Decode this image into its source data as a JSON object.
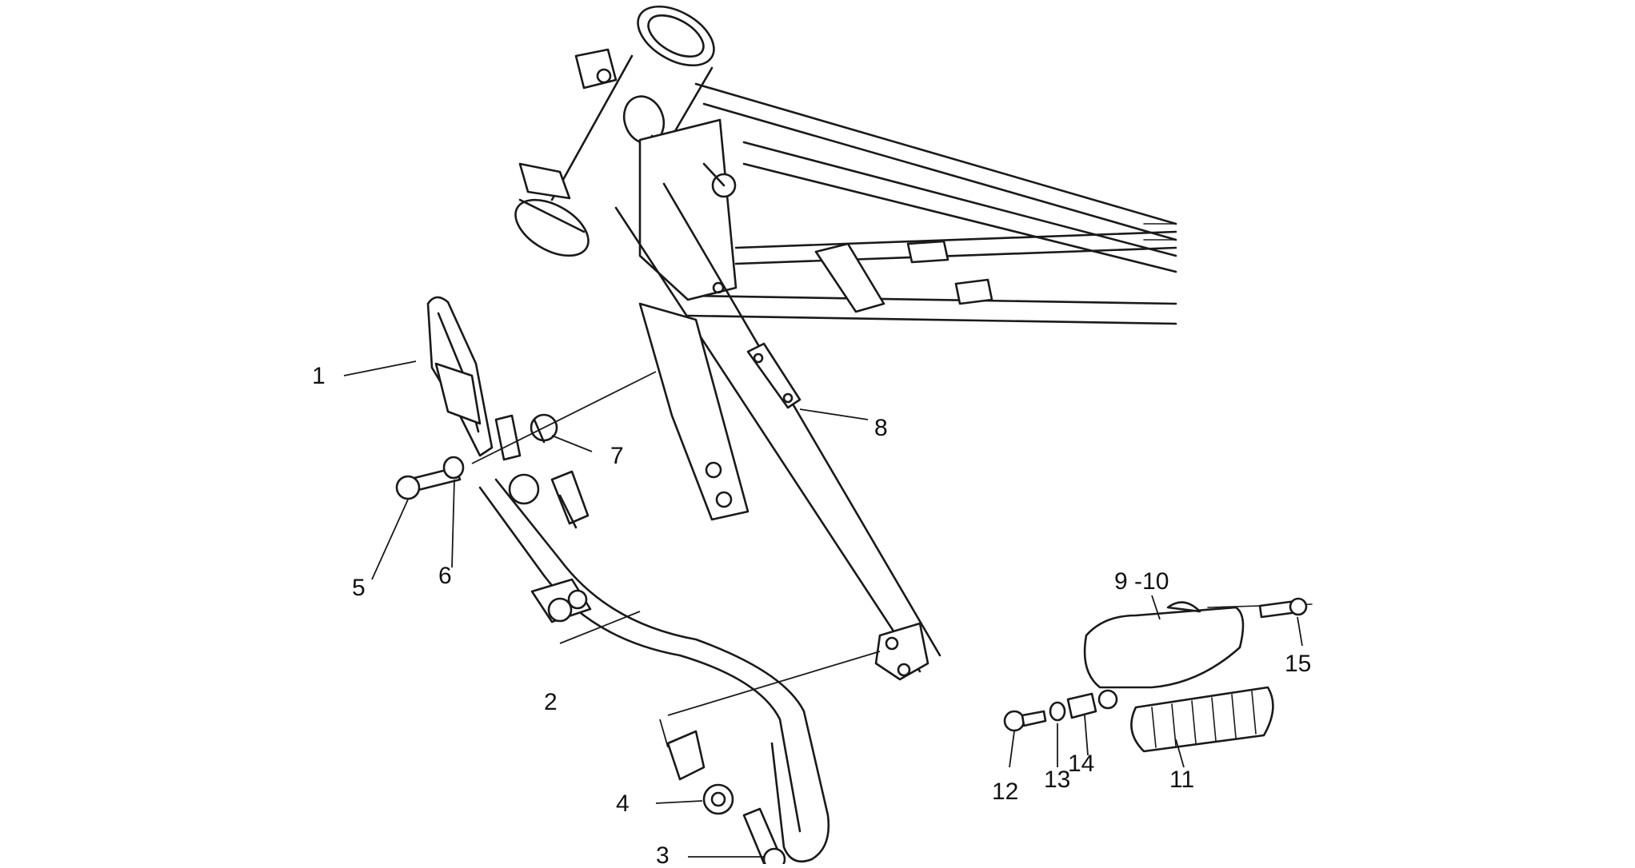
{
  "diagram": {
    "callouts": [
      {
        "id": "1",
        "label": "1"
      },
      {
        "id": "2",
        "label": "2"
      },
      {
        "id": "3",
        "label": "3"
      },
      {
        "id": "4",
        "label": "4"
      },
      {
        "id": "5",
        "label": "5"
      },
      {
        "id": "6",
        "label": "6"
      },
      {
        "id": "7",
        "label": "7"
      },
      {
        "id": "8",
        "label": "8"
      },
      {
        "id": "9-10",
        "label": "9 -10"
      },
      {
        "id": "11",
        "label": "11"
      },
      {
        "id": "12",
        "label": "12"
      },
      {
        "id": "13",
        "label": "13"
      },
      {
        "id": "14",
        "label": "14"
      },
      {
        "id": "15",
        "label": "15"
      }
    ]
  }
}
